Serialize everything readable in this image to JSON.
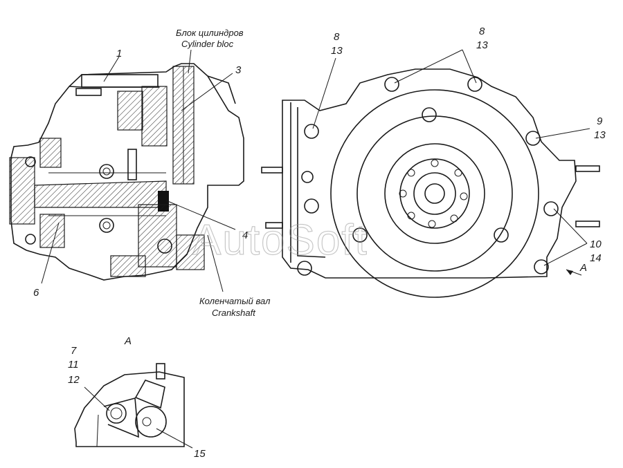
{
  "labels": {
    "cylinder_block_ru": "Блок цилиндров",
    "cylinder_block_en": "Cylinder bloc",
    "crankshaft_ru": "Коленчатый вал",
    "crankshaft_en": "Crankshaft",
    "view_a": "A",
    "view_a_arrow": "A"
  },
  "callouts": {
    "c1": "1",
    "c3": "3",
    "c4": "4",
    "c6": "6",
    "c8a": "8",
    "c13a": "13",
    "c8b": "8",
    "c13b": "13",
    "c9": "9",
    "c13c": "13",
    "c10": "10",
    "c14": "14",
    "c7": "7",
    "c11": "11",
    "c12": "12",
    "c15": "15"
  },
  "watermark": "AutoSoft"
}
